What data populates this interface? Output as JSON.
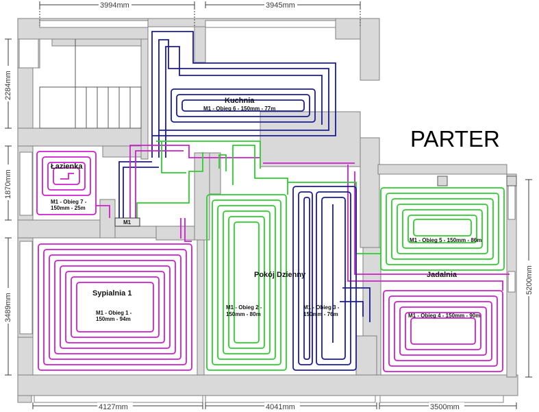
{
  "title": "PARTER",
  "dimensions": {
    "top_left": "3994mm",
    "top_right": "3945mm",
    "left_1": "2284mm",
    "left_2": "1870mm",
    "left_3": "3489mm",
    "right": "5200mm",
    "bottom_1": "4127mm",
    "bottom_2": "4041mm",
    "bottom_3": "3500mm"
  },
  "rooms": {
    "kuchnia": "Kuchnia",
    "lazienka": "Łazienka",
    "sypialnia": "Sypialnia 1",
    "pokoj": "Pokój Dzienny",
    "jadalnia": "Jadalnia"
  },
  "loops": {
    "obieg6": "M1 - Obieg 6 - 150mm - 77m",
    "obieg7_a": "M1 - Obieg 7 -",
    "obieg7_b": "150mm - 25m",
    "obieg1_a": "M1 - Obieg 1 -",
    "obieg1_b": "150mm - 94m",
    "obieg2_a": "M1 - Obieg 2 -",
    "obieg2_b": "150mm - 80m",
    "obieg3_a": "M1 - Obieg 3 -",
    "obieg3_b": "150mm - 76m",
    "obieg5": "M1 - Obieg 5 - 150mm - 86m",
    "obieg4": "M1 - Obieg 4 - 150mm - 90m"
  },
  "manifold_label": "M1",
  "colors": {
    "wall": "#d9d9d9",
    "wall_stroke": "#7f7f7f",
    "navy": "#1a1a9a",
    "magenta": "#cc1fcc",
    "green": "#2ecc2e"
  }
}
